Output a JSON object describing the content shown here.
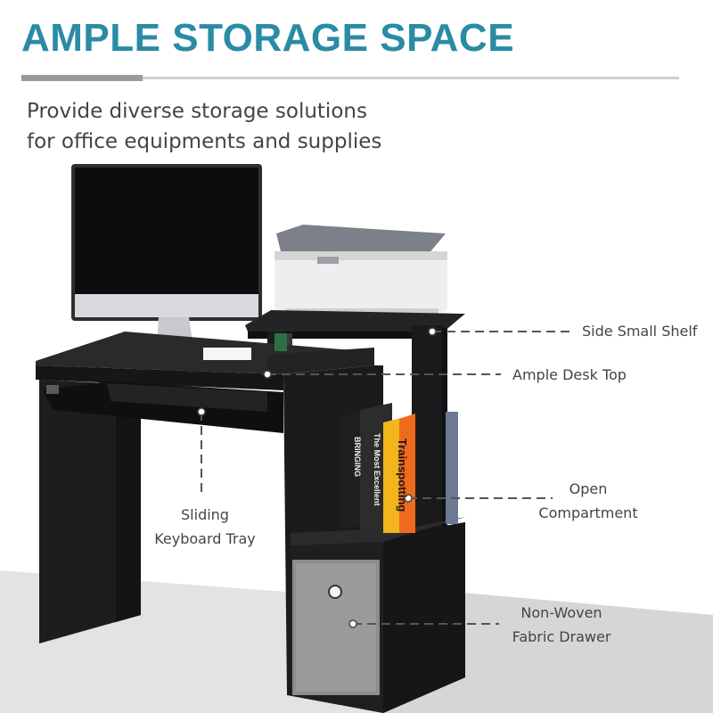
{
  "header": {
    "title": "AMPLE STORAGE SPACE",
    "subtitle": "Provide diverse storage solutions\nfor office equipments and supplies"
  },
  "callouts": {
    "side_shelf": "Side Small Shelf",
    "desk_top": "Ample Desk Top",
    "keyboard_tray": "Sliding\nKeyboard Tray",
    "open_compartment": "Open\nCompartment",
    "drawer": "Non-Woven\nFabric Drawer"
  },
  "books": [
    {
      "title": "BRINGING",
      "color": "#1f1f1f"
    },
    {
      "title": "The Most Excellent",
      "color": "#2c2c2c"
    },
    {
      "title": "Trainspotting",
      "color": "#f2b61c"
    }
  ],
  "colors": {
    "accent": "#2a8ba4",
    "desk": "#1d1d1f",
    "drawer": "#8d8d8d",
    "floor": "#dedede"
  }
}
